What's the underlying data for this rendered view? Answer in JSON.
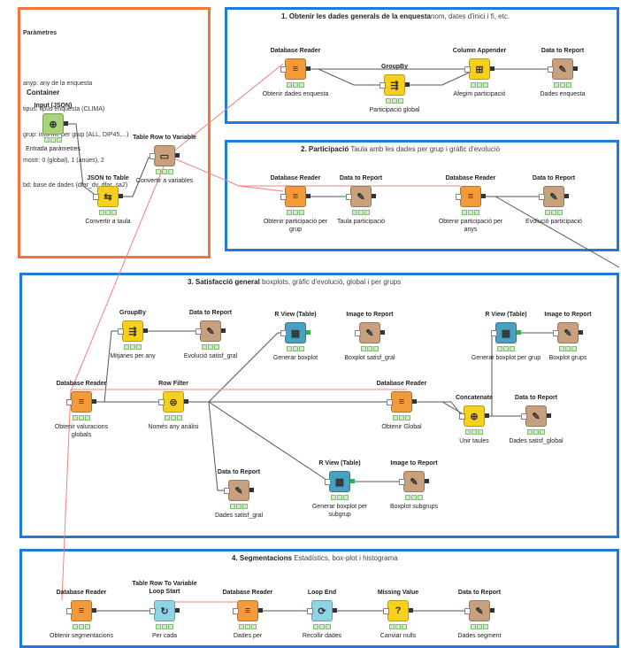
{
  "params": {
    "title": "Paràmetres",
    "lines": [
      "anyp: any de la enquesta",
      "tipus: tipus enquesta (CLIMA)",
      "grup: informe per grup (ALL, DIP45,...)",
      "mostr: 0 (global), 1 (anues), 2",
      "bd: base de dades (dfar_dv, dfar_sa2)"
    ],
    "container_label": "Container"
  },
  "sections": [
    {
      "title": "1. Obtenir les dades generals de la enquesta",
      "subtitle": "nom, dates d'inici i fi, etc."
    },
    {
      "title": "2. Participació",
      "subtitle": " Taula amb les dades per grup i gràfic d'evolució"
    },
    {
      "title": "3. Satisfacció general",
      "subtitle": " boxplots, gràfic d'evolució, global i per grups"
    },
    {
      "title": "4. Segmentacions",
      "subtitle": " Estadístics, box-plot i histograma"
    }
  ],
  "nodes": [
    {
      "id": "n1",
      "type": "input",
      "top": "Input (JSON)",
      "bottom": "Entrada paràmetres",
      "glyph": "⊕"
    },
    {
      "id": "n2",
      "type": "manip",
      "top": "JSON to Table",
      "bottom": "Convertir a taula",
      "glyph": "⇆"
    },
    {
      "id": "n3",
      "type": "report",
      "top": "Table Row to Variable",
      "bottom": "Convertir a variables",
      "glyph": "▭"
    },
    {
      "id": "n4",
      "type": "reader",
      "top": "Database Reader",
      "bottom": "Obtenir dades enquesta",
      "glyph": "≡"
    },
    {
      "id": "n5",
      "type": "manip",
      "top": "GroupBy",
      "bottom": "Participació global",
      "glyph": "⇶"
    },
    {
      "id": "n6",
      "type": "manip",
      "top": "Column Appender",
      "bottom": "Afegim participació",
      "glyph": "⊞"
    },
    {
      "id": "n7",
      "type": "report",
      "top": "Data to Report",
      "bottom": "Dades enquesta",
      "glyph": "✎"
    },
    {
      "id": "n8",
      "type": "reader",
      "top": "Database Reader",
      "bottom": "Obtenir participació per grup",
      "glyph": "≡"
    },
    {
      "id": "n9",
      "type": "report",
      "top": "Data to Report",
      "bottom": "Taula participació",
      "glyph": "✎"
    },
    {
      "id": "n10",
      "type": "reader",
      "top": "Database Reader",
      "bottom": "Obtenir participació per anys",
      "glyph": "≡"
    },
    {
      "id": "n11",
      "type": "report",
      "top": "Data to Report",
      "bottom": "Evolució participació",
      "glyph": "✎"
    },
    {
      "id": "n12",
      "type": "manip",
      "top": "GroupBy",
      "bottom": "Mitjanes per any",
      "glyph": "⇶"
    },
    {
      "id": "n13",
      "type": "report",
      "top": "Data to Report",
      "bottom": "Evolució satisf_gral",
      "glyph": "✎"
    },
    {
      "id": "n14",
      "type": "view",
      "top": "R View (Table)",
      "bottom": "Generar boxplot",
      "glyph": "▦"
    },
    {
      "id": "n15",
      "type": "report",
      "top": "Image to Report",
      "bottom": "Boxplot satisf_gral",
      "glyph": "✎"
    },
    {
      "id": "n16",
      "type": "view",
      "top": "R View (Table)",
      "bottom": "Generar boxplot per grup",
      "glyph": "▦"
    },
    {
      "id": "n17",
      "type": "report",
      "top": "Image to Report",
      "bottom": "Boxplot grups",
      "glyph": "✎"
    },
    {
      "id": "n18",
      "type": "reader",
      "top": "Database Reader",
      "bottom": "Obtenir valuracions globals",
      "glyph": "≡"
    },
    {
      "id": "n19",
      "type": "manip",
      "top": "Row Filter",
      "bottom": "Només any anàlisi",
      "glyph": "⊜"
    },
    {
      "id": "n20",
      "type": "reader",
      "top": "Database Reader",
      "bottom": "Obtenir Global",
      "glyph": "≡"
    },
    {
      "id": "n21",
      "type": "manip",
      "top": "Concatenate",
      "bottom": "Unir taules",
      "glyph": "⊕"
    },
    {
      "id": "n22",
      "type": "report",
      "top": "Data to Report",
      "bottom": "Dades satisf_global",
      "glyph": "✎"
    },
    {
      "id": "n23",
      "type": "report",
      "top": "Data to Report",
      "bottom": "Dades satisf_gral",
      "glyph": "✎"
    },
    {
      "id": "n24",
      "type": "view",
      "top": "R View (Table)",
      "bottom": "Generar boxplot per subgrup",
      "glyph": "▦"
    },
    {
      "id": "n25",
      "type": "report",
      "top": "Image to Report",
      "bottom": "Boxplot subgrups",
      "glyph": "✎"
    },
    {
      "id": "n26",
      "type": "reader",
      "top": "Database Reader",
      "bottom": "Obtenir segmentacions",
      "glyph": "≡"
    },
    {
      "id": "n27",
      "type": "loop",
      "top": "Table Row To Variable Loop Start",
      "bottom": "Per cada",
      "glyph": "↻"
    },
    {
      "id": "n28",
      "type": "reader",
      "top": "Database Reader",
      "bottom": "Dades per",
      "glyph": "≡"
    },
    {
      "id": "n29",
      "type": "end",
      "top": "Loop End",
      "bottom": "Recollir dades",
      "glyph": "⟳"
    },
    {
      "id": "n30",
      "type": "manip",
      "top": "Missing Value",
      "bottom": "Canviar nulls",
      "glyph": "?"
    },
    {
      "id": "n31",
      "type": "report",
      "top": "Data to Report",
      "bottom": "Dades segment",
      "glyph": "✎"
    }
  ],
  "colors": {
    "param_border": "#f0763b",
    "section_border": "#1f7bd9",
    "reader": "#f39a3c",
    "manipulator": "#f7cf1d",
    "report": "#c8a07d",
    "view": "#4aa0c0",
    "input": "#a9d47a",
    "loop": "#8fd3e6",
    "flow_variable_line": "#e05555"
  }
}
